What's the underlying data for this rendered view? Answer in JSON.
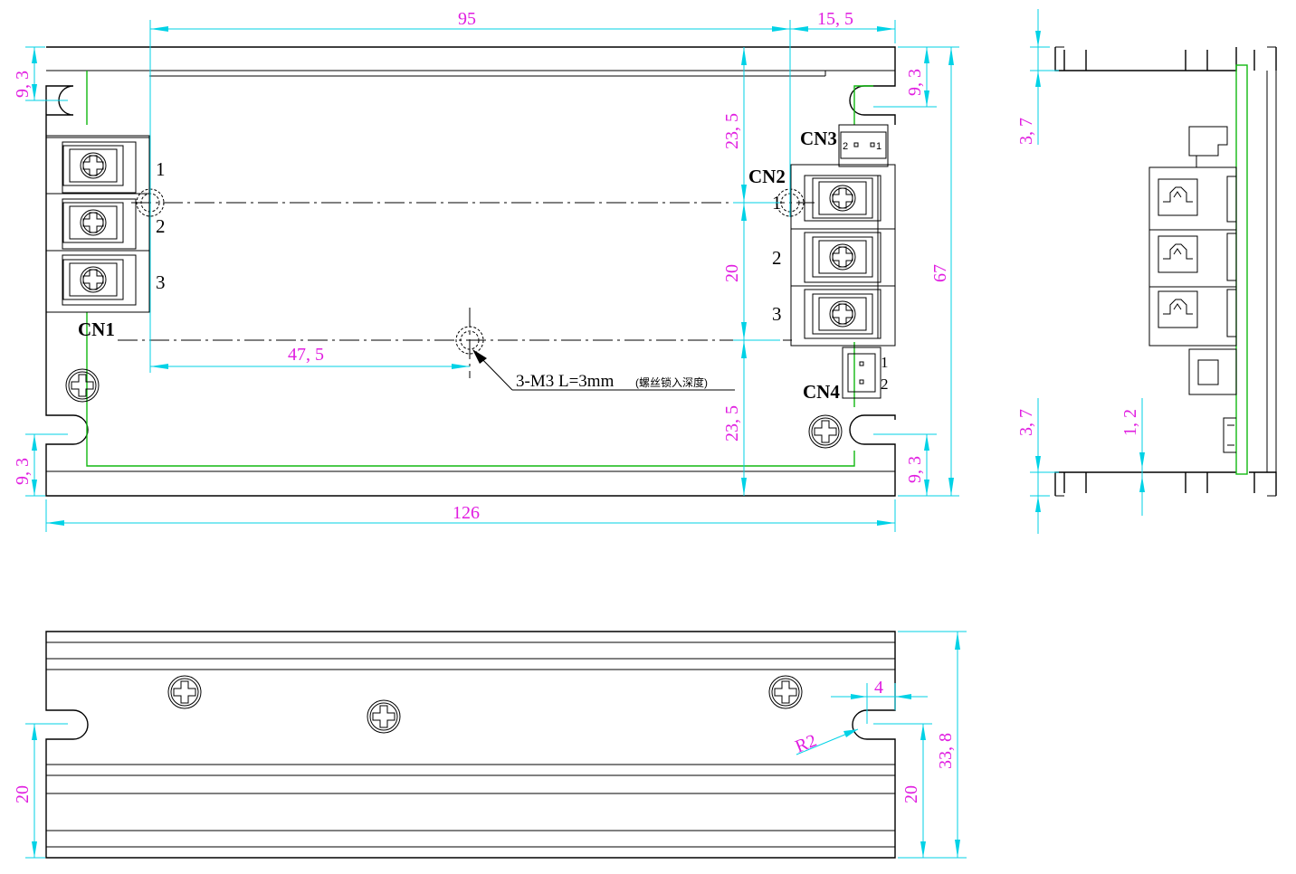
{
  "colors": {
    "outline": "#000000",
    "dimension_line": "#00d2e6",
    "dimension_text": "#e01ce0",
    "pcb_outline": "#12b812"
  },
  "dimensions": {
    "top_width": "95",
    "top_right_offset": "15, 5",
    "overall_width": "126",
    "overall_height": "67",
    "slot_tl": "9, 3",
    "slot_tr": "9, 3",
    "slot_bl": "9, 3",
    "slot_br": "9, 3",
    "hole_top": "23, 5",
    "hole_spacing": "20",
    "hole_bottom": "23, 5",
    "hole_center_x": "47, 5",
    "side_top": "3, 7",
    "side_bottom": "3, 7",
    "side_base": "1, 2",
    "front_slot_left": "20",
    "front_slot_right": "20",
    "front_height": "33, 8",
    "front_slot_width": "4",
    "front_radius": "R2"
  },
  "connectors": {
    "cn1": {
      "label": "CN1",
      "pins": [
        "1",
        "2",
        "3"
      ]
    },
    "cn2": {
      "label": "CN2",
      "pins": [
        "1",
        "2",
        "3"
      ]
    },
    "cn3": {
      "label": "CN3",
      "pins": [
        "2",
        "1"
      ]
    },
    "cn4": {
      "label": "CN4",
      "pins": [
        "1",
        "2"
      ]
    }
  },
  "note": {
    "main": "3-M3  L=3mm",
    "sub": "(螺丝锁入深度)"
  },
  "icons": [
    "phillips-screw-icon",
    "terminal-screw-icon",
    "mounting-hole-icon"
  ]
}
